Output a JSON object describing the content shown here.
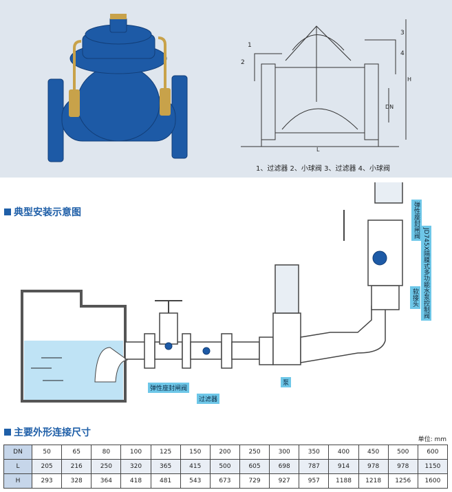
{
  "caption_parts": "1、过滤器  2、小球阀  3、过滤器  4、小球阀",
  "section1_title": "典型安装示意图",
  "labels": {
    "gate_valve": "弹性座封闸阀",
    "filter": "过滤器",
    "pump": "泵",
    "soft_joint": "软接头",
    "main_valve": "JD745X隔膜式多功能水泵控制阀",
    "check_valve": "弹性座封闸阀"
  },
  "drawing_marks": {
    "num1": "1",
    "num2": "2",
    "num3": "3",
    "num4": "4",
    "dn": "DN",
    "h": "H",
    "l": "L"
  },
  "section2_title": "主要外形连接尺寸",
  "unit_label": "单位: mm",
  "table": {
    "rows": [
      {
        "head": "DN",
        "values": [
          "50",
          "65",
          "80",
          "100",
          "125",
          "150",
          "200",
          "250",
          "300",
          "350",
          "400",
          "450",
          "500",
          "600"
        ]
      },
      {
        "head": "L",
        "values": [
          "205",
          "216",
          "250",
          "320",
          "365",
          "415",
          "500",
          "605",
          "698",
          "787",
          "914",
          "978",
          "978",
          "1150"
        ]
      },
      {
        "head": "H",
        "values": [
          "293",
          "328",
          "364",
          "418",
          "481",
          "543",
          "673",
          "729",
          "927",
          "957",
          "1188",
          "1218",
          "1256",
          "1600"
        ]
      }
    ]
  },
  "colors": {
    "valve_blue": "#1d5aa6",
    "accent_blue": "#1f5fa8",
    "water": "#bfe3f5",
    "tag_bg": "#6ec7e8"
  }
}
